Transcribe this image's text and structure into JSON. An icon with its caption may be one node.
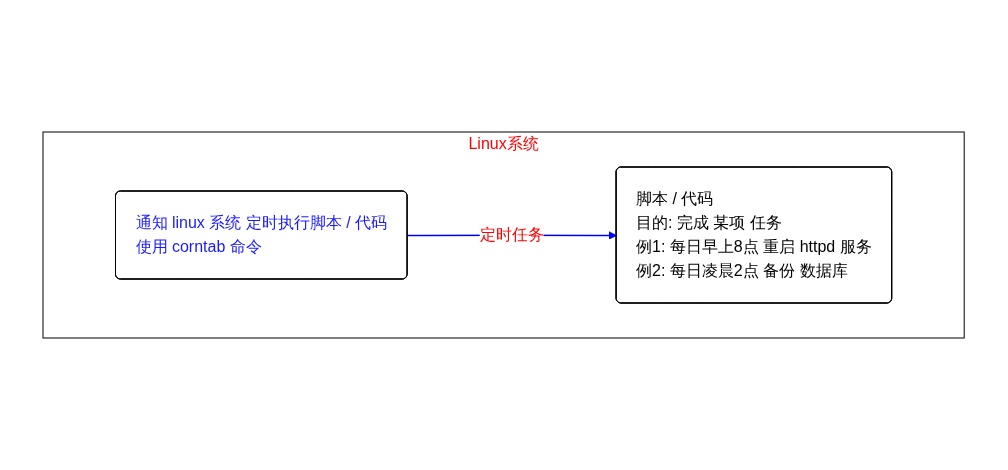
{
  "diagram": {
    "nodes": [
      {
        "text": [
          "Linux系统"
        ]
      },
      {
        "text": [
          "通知 linux 系统 定时执行脚本 / 代码",
          "使用 corntab 命令"
        ],
        "in": 0
      },
      {
        "text": [
          "脚本 / 代码",
          "目的: 完成 某项 任务",
          "例1: 每日早上8点 重启 httpd 服务",
          "例2: 每日凌晨2点 备份 数据库"
        ],
        "in": 0
      }
    ],
    "edges": [
      {
        "from": 1,
        "to": 2,
        "label": "定时任务",
        "arrow": "to",
        "color": "#0000ff"
      }
    ]
  }
}
